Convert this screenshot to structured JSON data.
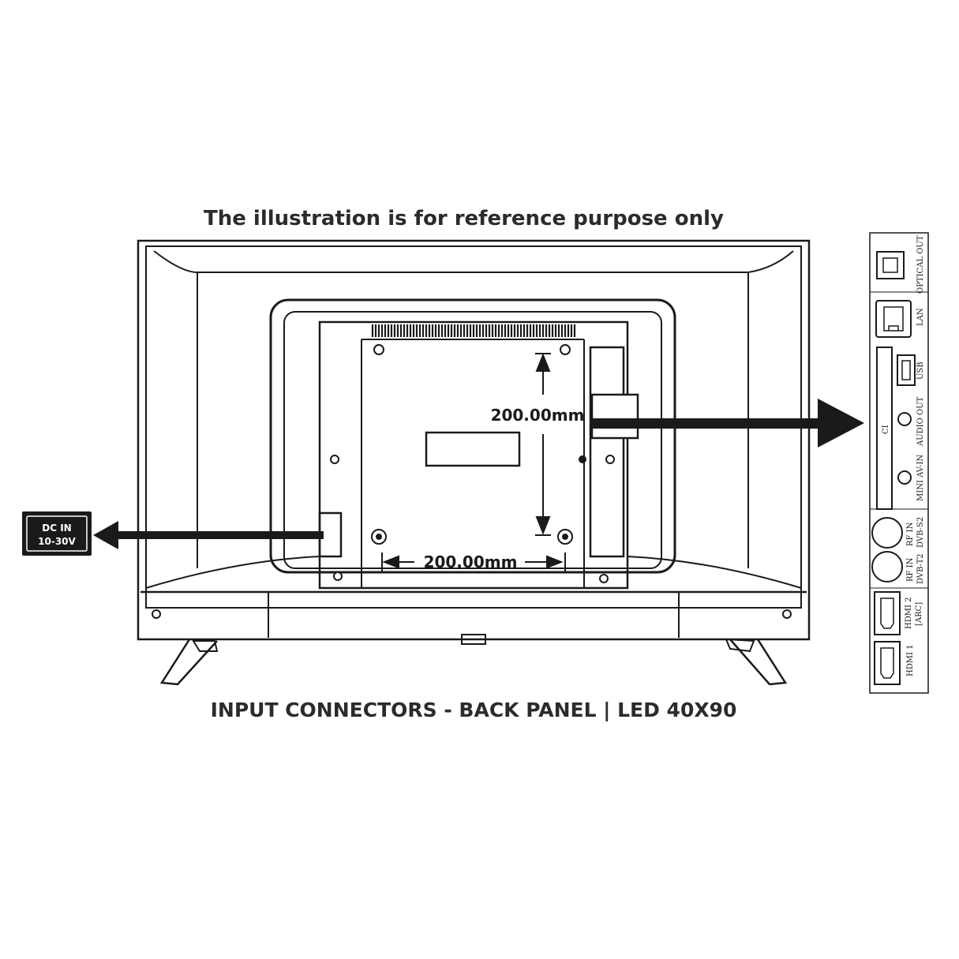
{
  "header": {
    "note": "The illustration is for reference purpose only"
  },
  "caption": {
    "text": "INPUT CONNECTORS - BACK PANEL | LED 40X90"
  },
  "dimensions": {
    "vertical": "200.00mm",
    "horizontal": "200.00mm"
  },
  "power": {
    "line1": "DC IN",
    "line2": "10-30V"
  },
  "ports": {
    "optical_out": "OPTICAL OUT",
    "lan": "LAN",
    "usb": "USB",
    "ci": "CI",
    "audio_out": "AUDIO OUT",
    "mini_av_in": "MINI AV-IN",
    "rf_in_s2_line1": "RF IN",
    "rf_in_s2_line2": "DVB-S2",
    "rf_in_t2_line1": "RF IN",
    "rf_in_t2_line2": "DVB-T2",
    "hdmi2_line1": "HDMI 2",
    "hdmi2_line2": "[ARC]",
    "hdmi1": "HDMI 1"
  },
  "colors": {
    "line": "#1a1a1a",
    "label_bg": "#1a1a1a",
    "background": "#ffffff"
  },
  "icons": {
    "arrow_right": "arrow-right-icon",
    "arrow_left": "arrow-left-icon",
    "screw": "screw-icon"
  }
}
